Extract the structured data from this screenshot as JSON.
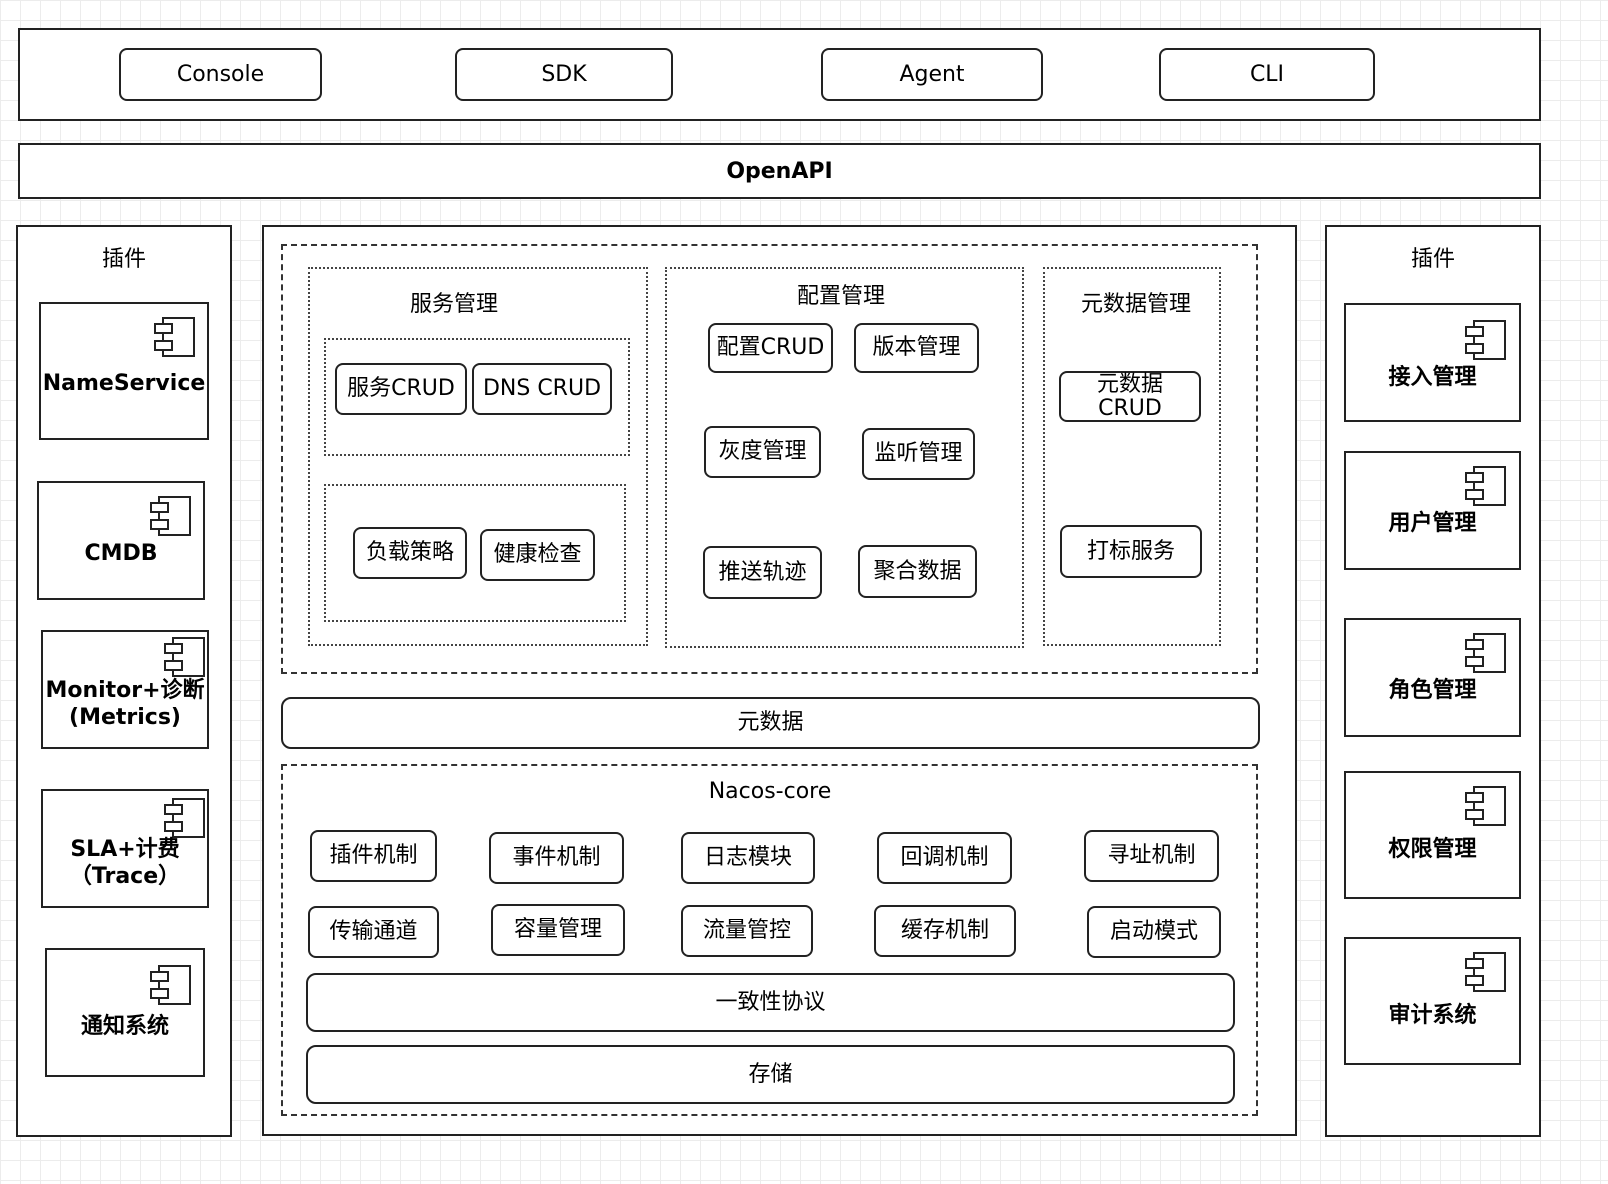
{
  "clients": [
    "Console",
    "SDK",
    "Agent",
    "CLI"
  ],
  "openapi": "OpenAPI",
  "left_panel": {
    "title": "插件",
    "plugins": [
      {
        "lines": [
          "NameService"
        ],
        "icon": "component-icon"
      },
      {
        "lines": [
          "CMDB"
        ],
        "icon": "component-icon"
      },
      {
        "lines": [
          "Monitor+诊断",
          "(Metrics)"
        ],
        "icon": "component-icon"
      },
      {
        "lines": [
          "SLA+计费",
          "（Trace）"
        ],
        "icon": "component-icon"
      },
      {
        "lines": [
          "通知系统"
        ],
        "icon": "component-icon"
      }
    ]
  },
  "right_panel": {
    "title": "插件",
    "plugins": [
      {
        "lines": [
          "接入管理"
        ],
        "icon": "component-icon"
      },
      {
        "lines": [
          "用户管理"
        ],
        "icon": "component-icon"
      },
      {
        "lines": [
          "角色管理"
        ],
        "icon": "component-icon"
      },
      {
        "lines": [
          "权限管理"
        ],
        "icon": "component-icon"
      },
      {
        "lines": [
          "审计系统"
        ],
        "icon": "component-icon"
      }
    ]
  },
  "service_mgmt": {
    "title": "服务管理",
    "crud": [
      "服务CRUD",
      "DNS CRUD"
    ],
    "lb": [
      "负载策略",
      "健康检查"
    ]
  },
  "config_mgmt": {
    "title": "配置管理",
    "items": [
      "配置CRUD",
      "版本管理",
      "灰度管理",
      "监听管理",
      "推送轨迹",
      "聚合数据"
    ]
  },
  "metadata_mgmt": {
    "title": "元数据管理",
    "crud": [
      "元数据",
      "CRUD"
    ],
    "tag": "打标服务"
  },
  "metadata_bar": "元数据",
  "core": {
    "title": "Nacos-core",
    "row1": [
      "插件机制",
      "事件机制",
      "日志模块",
      "回调机制",
      "寻址机制"
    ],
    "row2": [
      "传输通道",
      "容量管理",
      "流量管控",
      "缓存机制",
      "启动模式"
    ],
    "consistency": "一致性协议",
    "storage": "存储"
  }
}
